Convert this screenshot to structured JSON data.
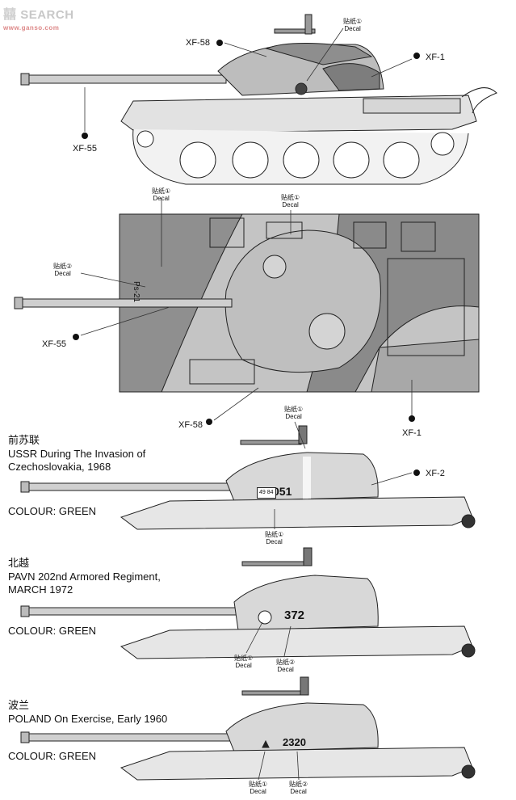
{
  "watermark": {
    "brand": "SEARCH",
    "domain": "www.ganso.com"
  },
  "paints": {
    "xf58": "XF-58",
    "xf1": "XF-1",
    "xf55": "XF-55",
    "xf2": "XF-2"
  },
  "decal": {
    "cn1": "贴纸①",
    "cn2": "贴纸②",
    "en": "Decal"
  },
  "schemes": [
    {
      "country": "前苏联",
      "unit": "USSR During The Invasion of",
      "unit2": "Czechoslovakia, 1968",
      "colour": "COLOUR: GREEN",
      "hull_number": "051",
      "plate": "49 84"
    },
    {
      "country": "北越",
      "unit": "PAVN 202nd Armored Regiment,",
      "unit2": "MARCH 1972",
      "colour": "COLOUR: GREEN",
      "hull_number": "372"
    },
    {
      "country": "波兰",
      "unit": "POLAND On Exercise, Early 1960",
      "unit2": "",
      "colour": "COLOUR: GREEN",
      "hull_number": "2320"
    }
  ],
  "top_view_mark": "Ps-21",
  "colors": {
    "camo_light": "#c4c4c4",
    "camo_mid": "#9a9a9a",
    "camo_dark": "#7a7a7a",
    "line": "#222222"
  }
}
